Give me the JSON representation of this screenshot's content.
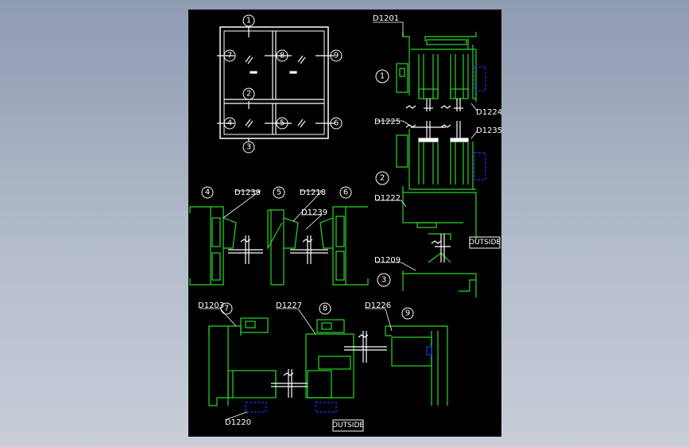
{
  "callouts": {
    "n1": "1",
    "n2": "2",
    "n3": "3",
    "n4": "4",
    "n5": "5",
    "n6": "6",
    "n7": "7",
    "n8": "8",
    "n9": "9"
  },
  "labels": {
    "d1201": "D1201",
    "d1224": "D1224",
    "d1225": "D1225",
    "d1235": "D1235",
    "d1222": "D1222",
    "d1209": "D1209",
    "d1239a": "D1239",
    "d1218": "D1218",
    "d1239b": "D1239",
    "d1203": "D1203",
    "d1227": "D1227",
    "d1226": "D1226",
    "d1220": "D1220"
  },
  "outside_tags": {
    "right": "OUTSIDE",
    "bottom": "OUTSIDE"
  },
  "colors": {
    "background": "#000000",
    "profile": "#2bd62b",
    "gasket": "#2a2aff",
    "glass": "#ffffff",
    "screen_gradient_top": "#8e9bb1",
    "screen_gradient_bottom": "#c9ced8"
  }
}
